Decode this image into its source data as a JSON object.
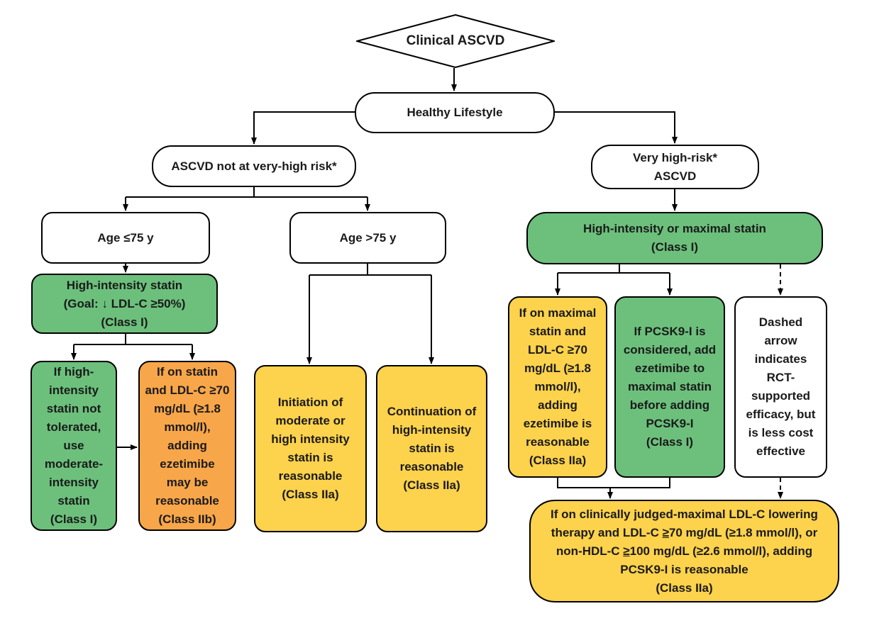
{
  "start": {
    "label": "Clinical ASCVD"
  },
  "lifestyle": {
    "label": "Healthy Lifestyle"
  },
  "not_very_high": {
    "label": "ASCVD not at very-high risk*"
  },
  "very_high": {
    "label": "Very high-risk*\nASCVD"
  },
  "age_le75": {
    "label": "Age ≤75 y"
  },
  "age_gt75": {
    "label": "Age >75 y"
  },
  "high_statin": {
    "label": "High-intensity statin\n(Goal: ↓ LDL-C ≥50%)\n(Class I)"
  },
  "max_statin": {
    "label": "High-intensity or maximal statin\n(Class I)"
  },
  "not_tolerated": {
    "label": "If high-\nintensity\nstatin not\ntolerated,\nuse\nmoderate-\nintensity\nstatin\n(Class I)"
  },
  "ezetimibe_iib": {
    "label": "If on statin\nand LDL-C ≥70\nmg/dL (≥1.8\nmmol/l),\nadding\nezetimibe\nmay be\nreasonable\n(Class IIb)"
  },
  "initiation": {
    "label": "Initiation of\nmoderate or\nhigh intensity\nstatin is\nreasonable\n(Class IIa)"
  },
  "continuation": {
    "label": "Continuation of\nhigh-intensity\nstatin is\nreasonable\n(Class IIa)"
  },
  "ezetimibe_iia": {
    "label": "If on maximal\nstatin and\nLDL-C ≥70\nmg/dL (≥1.8\nmmol/l),\nadding\nezetimibe is\nreasonable\n(Class IIa)"
  },
  "pcsk9_considered": {
    "label": "If PCSK9-I is\nconsidered, add\nezetimibe to\nmaximal statin\nbefore adding\nPCSK9-I\n(Class I)"
  },
  "dashed_note": {
    "label": "Dashed\narrow\nindicates\nRCT-\nsupported\nefficacy, but\nis less cost\neffective"
  },
  "pcsk9_final": {
    "line1": "If on clinically judged-maximal LDL-C lowering",
    "line2_a": "therapy and LDL-C ",
    "ge1": "≥",
    "line2_b": "70 mg/dL (≥1.8 mmol/l), or",
    "line3_a": "non-HDL-C ",
    "ge2": "≥",
    "line3_b": "100 mg/dL (≥2.6 mmol/l), adding",
    "line4": "PCSK9-I is reasonable",
    "line5": "(Class IIa)"
  },
  "colors": {
    "green": "#6cc07c",
    "yellow": "#fdd24c",
    "orange": "#f8a64a",
    "white": "#ffffff",
    "line": "#000000"
  }
}
